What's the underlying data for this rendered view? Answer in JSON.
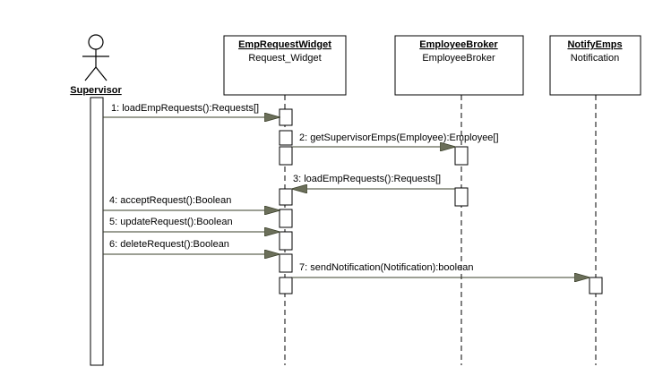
{
  "actor": {
    "name": "Supervisor"
  },
  "objects": [
    {
      "name": "EmpRequestWidget",
      "class": "Request_Widget"
    },
    {
      "name": "EmployeeBroker",
      "class": "EmployeeBroker"
    },
    {
      "name": "NotifyEmps",
      "class": "Notification"
    }
  ],
  "messages": [
    {
      "label": "1: loadEmpRequests():Requests[]"
    },
    {
      "label": "2: getSupervisorEmps(Employee):Employee[]"
    },
    {
      "label": "3: loadEmpRequests():Requests[]"
    },
    {
      "label": "4: acceptRequest():Boolean"
    },
    {
      "label": "5: updateRequest():Boolean"
    },
    {
      "label": "6: deleteRequest():Boolean"
    },
    {
      "label": "7: sendNotification(Notification):boolean"
    }
  ],
  "colors": {
    "line": "#000000",
    "arrowhead": "#6b6f5a",
    "arrowline": "#3a3f2a"
  }
}
